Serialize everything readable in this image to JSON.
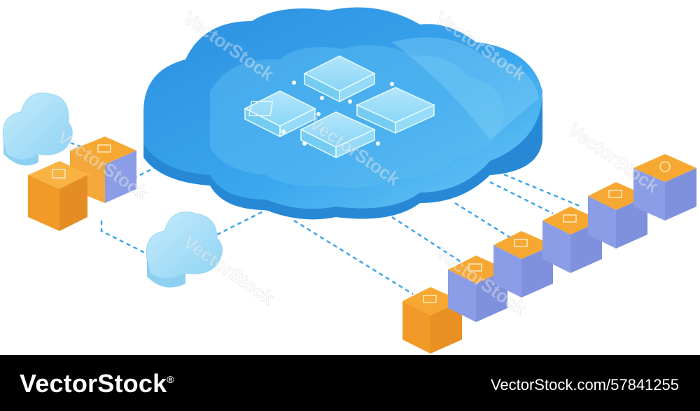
{
  "footer": {
    "brand": "VectorStock",
    "registered_mark": "®",
    "id_text": "VectorStock.com/57841255"
  },
  "watermark": "VectorStock",
  "colors": {
    "cloud_main": "#2f9ae6",
    "cloud_light": "#7fd0f6",
    "cube_top": "#f7a832",
    "cube_front": "#e98f1b",
    "cube_side_blue": "#8a9de6",
    "connector": "#3fa5e6",
    "footer_bg": "#000000"
  },
  "illustration": {
    "main_cloud_icon": "cloud-storage-icon",
    "chip_icon": "server-chip-icon",
    "small_cloud_icon": "cloud-icon",
    "cube_icon": "block-icon"
  }
}
